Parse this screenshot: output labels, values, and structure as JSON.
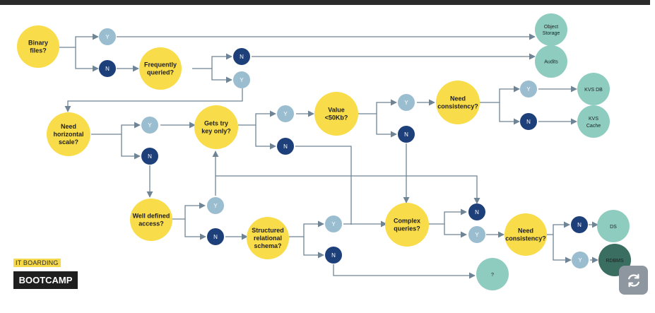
{
  "decisions": {
    "binary_files": [
      "Binary",
      "files?"
    ],
    "frequently_queried": [
      "Frequently",
      "queried?"
    ],
    "horizontal_scale": [
      "Need",
      "horizontal",
      "scale?"
    ],
    "gets_try_key": [
      "Gets try",
      "key only?"
    ],
    "value_50kb": [
      "Value",
      "<50Kb?"
    ],
    "need_consistency_top": [
      "Need",
      "consistency?"
    ],
    "well_defined_access": [
      "Well defined",
      "access?"
    ],
    "structured_schema": [
      "Structured",
      "relational",
      "schema?"
    ],
    "complex_queries": [
      "Complex",
      "queries?"
    ],
    "need_consistency_bottom": [
      "Need",
      "consistency?"
    ]
  },
  "terminals": {
    "object_storage": [
      "Object",
      "Storage"
    ],
    "audits": [
      "Audits"
    ],
    "kvs_db": [
      "KVS DB"
    ],
    "kvs_cache": [
      "KVS",
      "Cache"
    ],
    "ds": [
      "DS"
    ],
    "rdbms": [
      "RDBMS"
    ],
    "unknown": [
      "?"
    ]
  },
  "answers": {
    "yes": "Y",
    "no": "N"
  },
  "brand": {
    "tag": "IT BOARDING",
    "name": "BOOTCAMP"
  },
  "colors": {
    "decision": "#f9dc4a",
    "yes": "#9bbdd0",
    "no": "#1d3f7a",
    "terminal": "#8fccc0",
    "rdbms": "#3a6e60",
    "line": "#6f8595"
  },
  "icons": {
    "refresh": "refresh-icon"
  }
}
